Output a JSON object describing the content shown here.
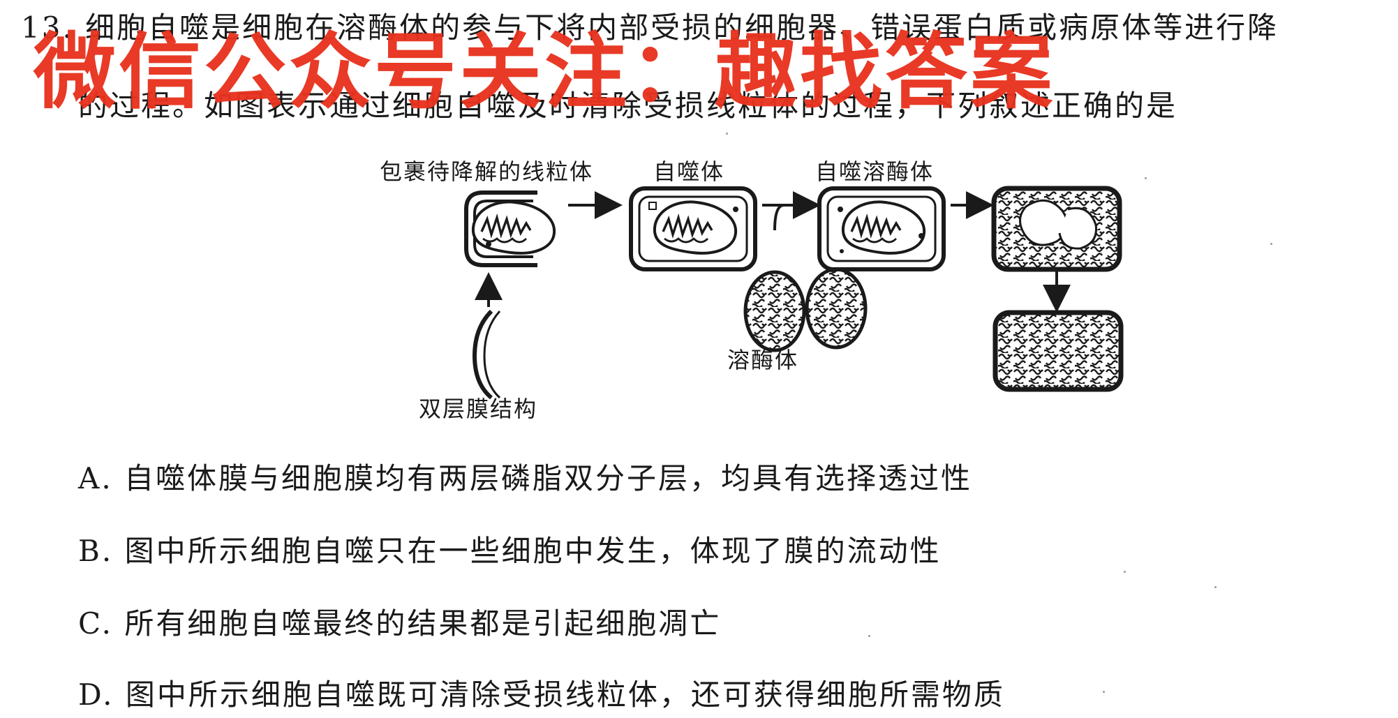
{
  "question": {
    "line1": "13. 细胞自噬是细胞在溶酶体的参与下将内部受损的细胞器、错误蛋白质或病原体等进行降",
    "line2": "的过程。如图表示通过细胞自噬及时清除受损线粒体的过程，下列叙述正确的是"
  },
  "watermark": {
    "text": "微信公众号关注：趣找答案",
    "color": "#e8321e"
  },
  "diagram": {
    "label_mitochondrion": "包裹待降解的线粒体",
    "label_autophagosome": "自噬体",
    "label_autolysosome": "自噬溶酶体",
    "label_lysosome": "溶酶体",
    "label_double_membrane": "双层膜结构",
    "icons": [
      "arrow-right-icon",
      "arrow-up-icon",
      "arrow-down-icon",
      "mitochondrion-icon",
      "lysosome-icon"
    ]
  },
  "options": [
    {
      "text": "A. 自噬体膜与细胞膜均有两层磷脂双分子层，均具有选择透过性"
    },
    {
      "text": "B. 图中所示细胞自噬只在一些细胞中发生，体现了膜的流动性"
    },
    {
      "text": "C. 所有细胞自噬最终的结果都是引起细胞凋亡"
    },
    {
      "text": "D. 图中所示细胞自噬既可清除受损线粒体，还可获得细胞所需物质"
    }
  ]
}
